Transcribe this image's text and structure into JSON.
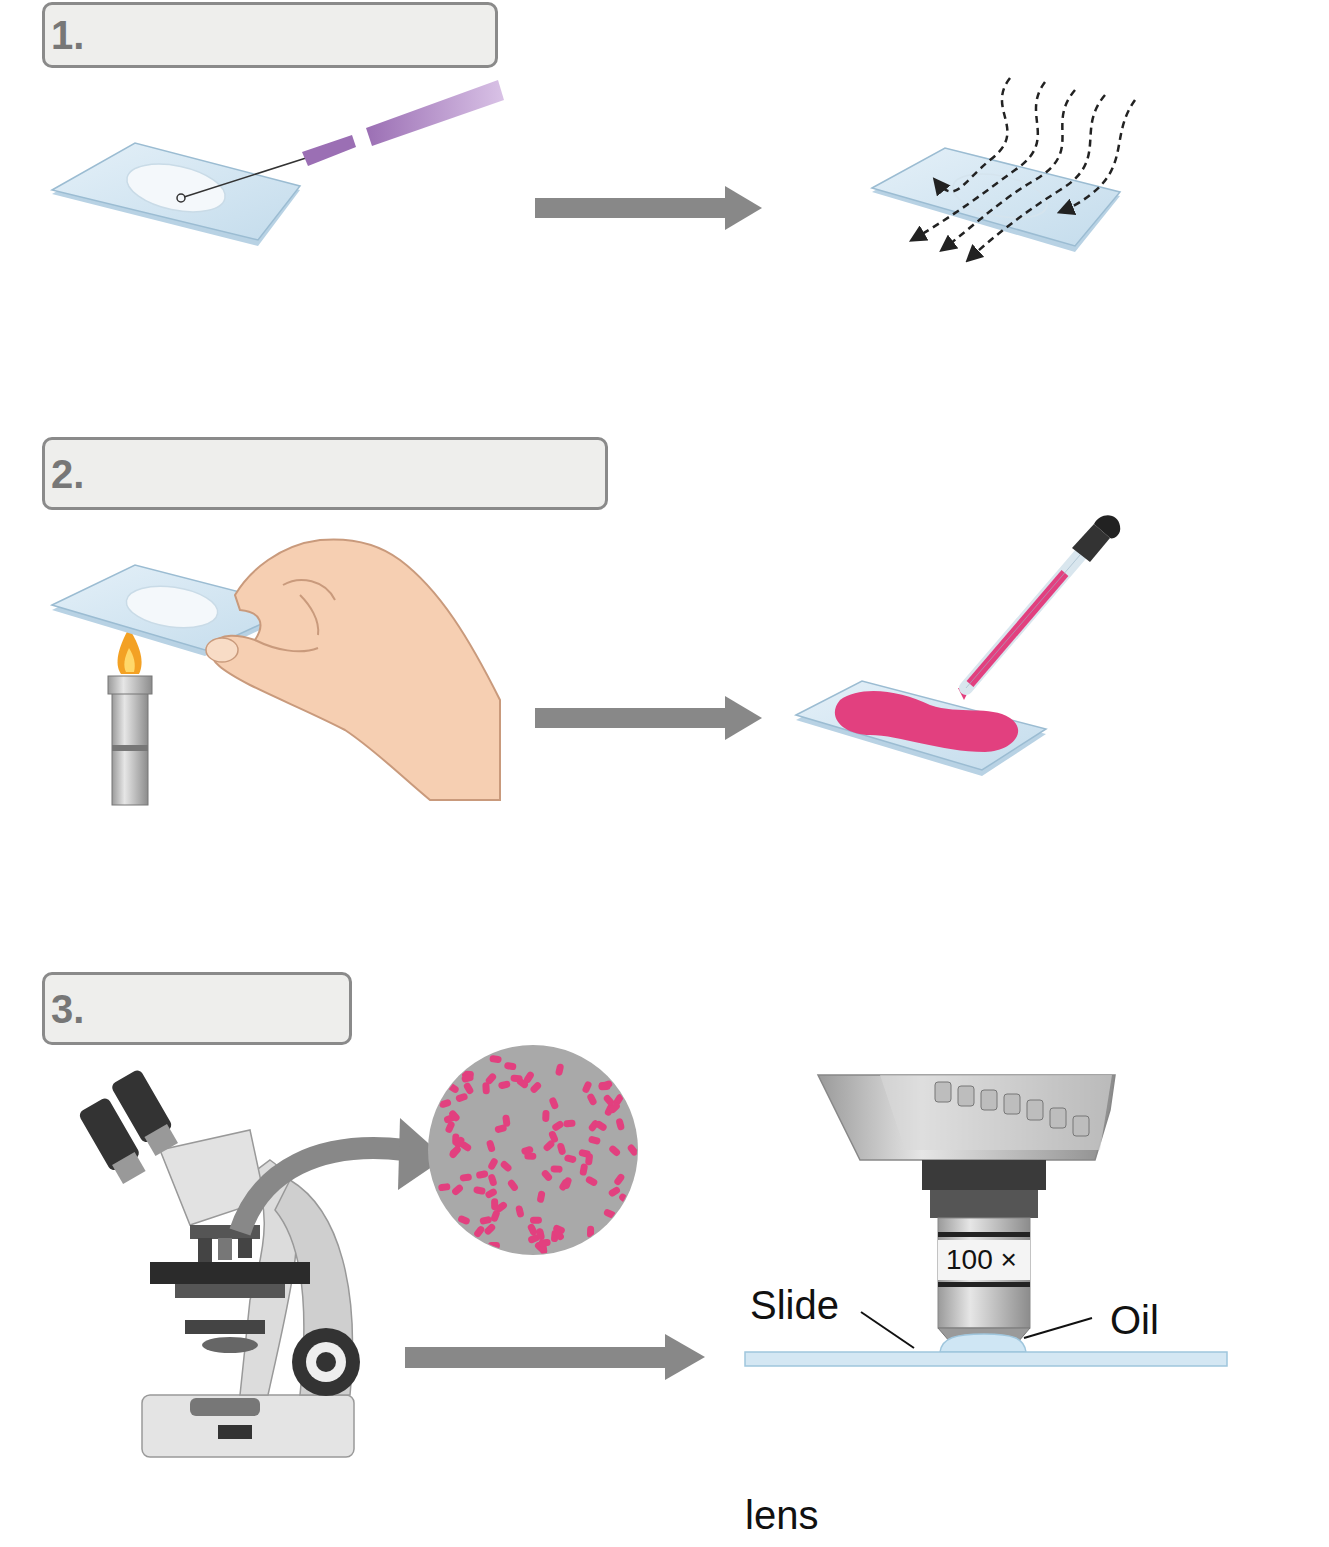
{
  "diagram": {
    "nodes": [
      {
        "text": [
          "1."
        ]
      },
      {
        "text": [
          "2."
        ]
      },
      {
        "text": [
          "3."
        ]
      }
    ],
    "labels": [
      "100 ×",
      "Slide",
      "Oil",
      "lens"
    ]
  }
}
